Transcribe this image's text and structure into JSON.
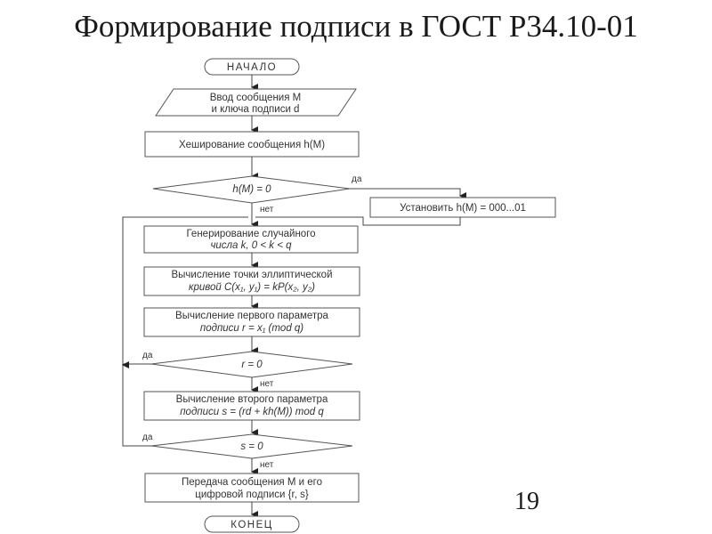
{
  "slide": {
    "title": "Формирование подписи в ГОСТ Р34.10-01",
    "page_number": "19"
  },
  "flowchart": {
    "start": "НАЧАЛО",
    "input": {
      "line1": "Ввод сообщения  M",
      "line2": "и ключа подписи  d"
    },
    "hash": "Хеширование сообщения  h(M)",
    "cond_hash": "h(M) = 0",
    "set_hash": "Установить  h(M) = 000...01",
    "gen_k": {
      "line1": "Генерирование случайного",
      "line2": "числа k,   0 < k < q"
    },
    "point": {
      "line1": "Вычисление точки эллиптической",
      "line2": "кривой    C(x₁, y₁) = kP(x₂, y₂)"
    },
    "first_param": {
      "line1": "Вычисление первого параметра",
      "line2": "подписи    r = x₁ (mod q)"
    },
    "cond_r": "r = 0",
    "second_param": {
      "line1": "Вычисление второго параметра",
      "line2": "подписи   s = (rd + kh(M)) mod q"
    },
    "cond_s": "s = 0",
    "transmit": {
      "line1": "Передача сообщения M и его",
      "line2": "цифровой подписи {r, s}"
    },
    "end": "КОНЕЦ",
    "labels": {
      "yes": "да",
      "no": "нет"
    }
  }
}
